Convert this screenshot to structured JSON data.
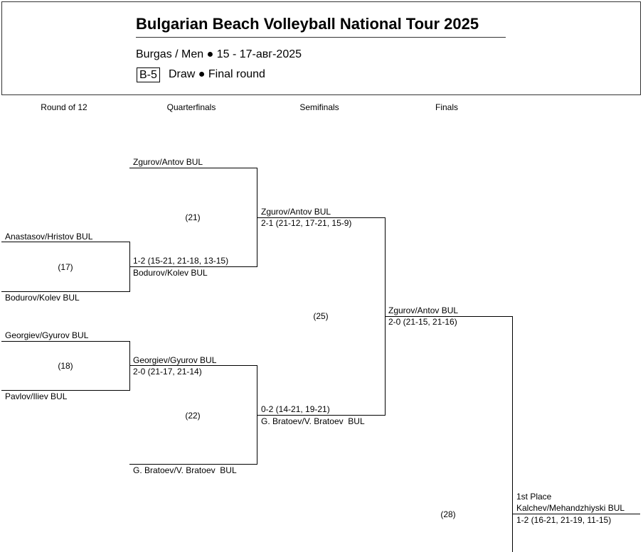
{
  "header": {
    "title": "Bulgarian Beach Volleyball National Tour 2025",
    "subtitle": "Burgas / Men ● 15 - 17-авг-2025",
    "code": "B-5",
    "draw": "Draw ● Final round"
  },
  "rounds": [
    "Round of 12",
    "Quarterfinals",
    "Semifinals",
    "Finals"
  ],
  "matches": {
    "m17": {
      "num": "(17)",
      "top": "Anastasov/Hristov BUL",
      "bottom": "Bodurov/Kolev BUL"
    },
    "m18": {
      "num": "(18)",
      "top": "Georgiev/Gyurov BUL",
      "bottom": "Pavlov/Iliev BUL"
    },
    "m21": {
      "num": "(21)",
      "top": "Zgurov/Antov BUL",
      "result": "1-2 (15-21, 21-18, 13-15)",
      "bottom": "Bodurov/Kolev BUL"
    },
    "m22": {
      "num": "(22)",
      "top": "Georgiev/Gyurov BUL",
      "result": "2-0 (21-17, 21-14)",
      "bottom": "G. Bratoev/V. Bratoev  BUL"
    },
    "m25": {
      "num": "(25)",
      "top": "Zgurov/Antov BUL",
      "top_result": "2-1 (21-12, 17-21, 15-9)",
      "bottom_result": "0-2 (14-21, 19-21)",
      "bottom": "G. Bratoev/V. Bratoev  BUL"
    },
    "m28": {
      "num": "(28)",
      "top": "Zgurov/Antov BUL",
      "top_result": "2-0 (21-15, 21-16)"
    },
    "winner": {
      "label": "1st Place",
      "team": "Kalchev/Mehandzhiyski BUL",
      "result": "1-2 (16-21, 21-19, 11-15)"
    }
  }
}
